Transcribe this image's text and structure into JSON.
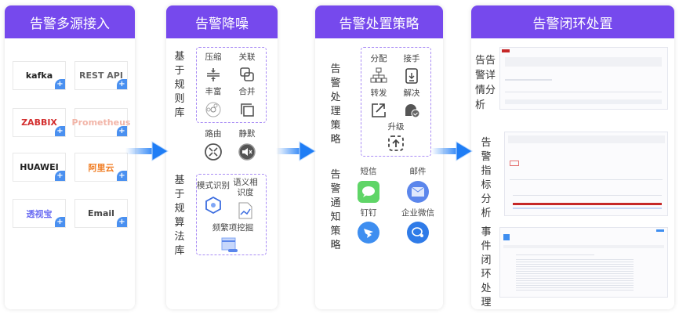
{
  "columns": [
    {
      "title": "告警多源接入"
    },
    {
      "title": "告警降噪"
    },
    {
      "title": "告警处置策略"
    },
    {
      "title": "告警闭环处置"
    }
  ],
  "sources": [
    {
      "name": "kafka",
      "color": "#222"
    },
    {
      "name": "REST API",
      "color": "#666"
    },
    {
      "name": "ZABBIX",
      "color": "#d32f2f"
    },
    {
      "name": "Prometheus",
      "color": "#f2b5a8"
    },
    {
      "name": "HUAWEI",
      "color": "#222"
    },
    {
      "name": "阿里云",
      "color": "#f07c22"
    },
    {
      "name": "透视宝",
      "color": "#6b6df2"
    },
    {
      "name": "Email",
      "color": "#444"
    }
  ],
  "plus_label": "+",
  "noise": {
    "rule_label": "基于规则库",
    "rule_items": [
      "压缩",
      "关联",
      "丰富",
      "合并"
    ],
    "extra_items": [
      "路由",
      "静默"
    ],
    "algo_label": "基于规算法库",
    "algo_items": [
      "模式识别",
      "语义相识度",
      "频繁项挖掘"
    ]
  },
  "strategy": {
    "handle_label": "告警处理策略",
    "handle_items": [
      "分配",
      "接手",
      "转发",
      "解决",
      "升级"
    ],
    "notify_label": "告警通知策略",
    "notify_items": [
      "短信",
      "邮件",
      "钉钉",
      "企业微信"
    ]
  },
  "closure": {
    "items": [
      "告告警详情分析",
      "告警指标分析",
      "事件闭环处理"
    ]
  },
  "colors": {
    "header": "#7649ED",
    "accent": "#4a90f0"
  }
}
